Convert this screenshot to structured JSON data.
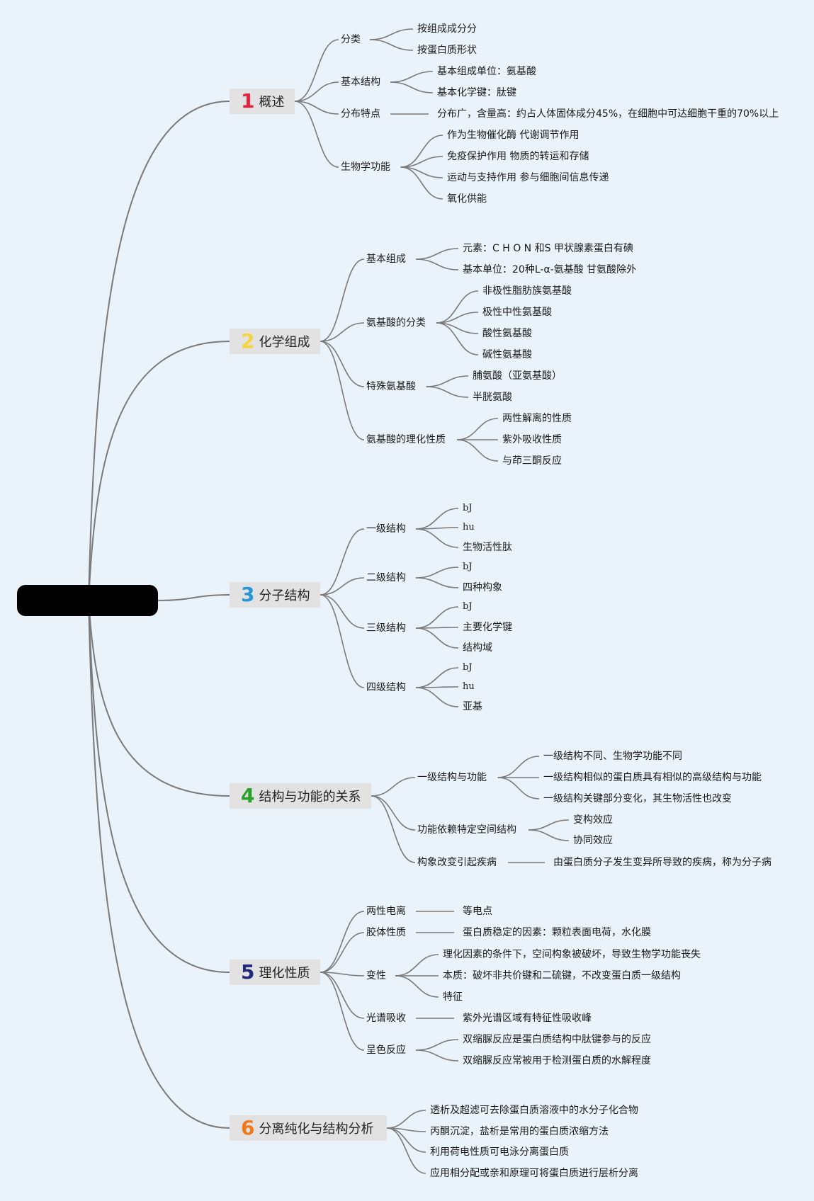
{
  "root": {
    "title": ""
  },
  "sections": [
    {
      "num": "1",
      "title": "概述",
      "color": "#e0233c",
      "branches": [
        {
          "label": "分类",
          "leaves": [
            "按组成成分分",
            "按蛋白质形状"
          ]
        },
        {
          "label": "基本结构",
          "leaves": [
            "基本组成单位：氨基酸",
            "基本化学键：肽键"
          ]
        },
        {
          "label": "分布特点",
          "leaves": [
            "分布广，含量高：约占人体固体成分45%，在细胞中可达细胞干重的70%以上"
          ]
        },
        {
          "label": "生物学功能",
          "leaves": [
            "作为生物催化酶 代谢调节作用",
            "免疫保护作用 物质的转运和存储",
            "运动与支持作用 参与细胞间信息传递",
            "氧化供能"
          ]
        }
      ]
    },
    {
      "num": "2",
      "title": "化学组成",
      "color": "#f5d33a",
      "branches": [
        {
          "label": "基本组成",
          "leaves": [
            "元素：C H O N 和S 甲状腺素蛋白有碘",
            "基本单位：20种L-α-氨基酸 甘氨酸除外"
          ]
        },
        {
          "label": "氨基酸的分类",
          "leaves": [
            "非极性脂肪族氨基酸",
            "极性中性氨基酸",
            "酸性氨基酸",
            "碱性氨基酸"
          ]
        },
        {
          "label": "特殊氨基酸",
          "leaves": [
            "脯氨酸（亚氨基酸）",
            "半胱氨酸"
          ]
        },
        {
          "label": "氨基酸的理化性质",
          "leaves": [
            "两性解离的性质",
            "紫外吸收性质",
            "与茚三酮反应"
          ]
        }
      ]
    },
    {
      "num": "3",
      "title": "分子结构",
      "color": "#2596d8",
      "branches": [
        {
          "label": "一级结构",
          "leaves": [
            "bJ",
            "hu",
            "生物活性肽"
          ]
        },
        {
          "label": "二级结构",
          "leaves": [
            "bJ",
            "四种构象"
          ]
        },
        {
          "label": "三级结构",
          "leaves": [
            "bJ",
            "主要化学键",
            "结构域"
          ]
        },
        {
          "label": "四级结构",
          "leaves": [
            "bJ",
            "hu",
            "亚基"
          ]
        }
      ]
    },
    {
      "num": "4",
      "title": "结构与功能的关系",
      "color": "#2aa12a",
      "branches": [
        {
          "label": "一级结构与功能",
          "leaves": [
            "一级结构不同、生物学功能不同",
            "一级结构相似的蛋白质具有相似的高级结构与功能",
            "一级结构关键部分变化，其生物活性也改变"
          ]
        },
        {
          "label": "功能依赖特定空间结构",
          "leaves": [
            "变构效应",
            "协同效应"
          ]
        },
        {
          "label": "构象改变引起疾病",
          "leaves": [
            "由蛋白质分子发生变异所导致的疾病，称为分子病"
          ]
        }
      ]
    },
    {
      "num": "5",
      "title": "理化性质",
      "color": "#1f2a7a",
      "branches": [
        {
          "label": "两性电离",
          "leaves": [
            "等电点"
          ]
        },
        {
          "label": "胶体性质",
          "leaves": [
            "蛋白质稳定的因素：颗粒表面电荷，水化膜"
          ]
        },
        {
          "label": "变性",
          "leaves": [
            "理化因素的条件下，空间构象被破坏，导致生物学功能丧失",
            "本质：破坏非共价键和二硫键，不改变蛋白质一级结构",
            "特征"
          ]
        },
        {
          "label": "光谱吸收",
          "leaves": [
            "紫外光谱区域有特征性吸收峰"
          ]
        },
        {
          "label": "呈色反应",
          "leaves": [
            "双缩脲反应是蛋白质结构中肽键参与的反应",
            "双缩脲反应常被用于检测蛋白质的水解程度"
          ]
        }
      ]
    },
    {
      "num": "6",
      "title": "分离纯化与结构分析",
      "color": "#f07a1e",
      "leaves": [
        "透析及超滤可去除蛋白质溶液中的水分子化合物",
        "丙酮沉淀，盐析是常用的蛋白质浓缩方法",
        "利用荷电性质可电泳分离蛋白质",
        "应用相分配或亲和原理可将蛋白质进行层析分离"
      ]
    }
  ]
}
